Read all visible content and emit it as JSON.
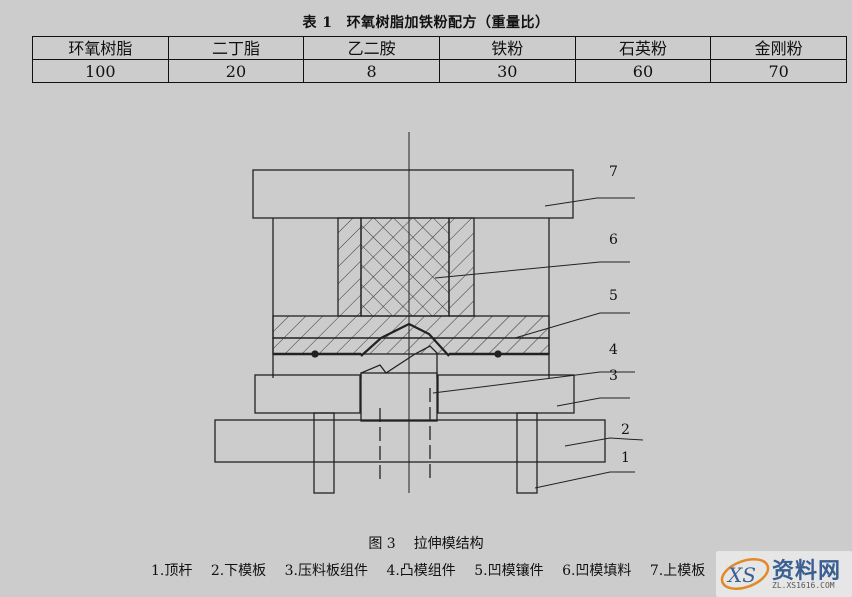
{
  "table": {
    "title_number": "表 1",
    "title": "环氧树脂加铁粉配方（重量比）",
    "headers": [
      "环氧树脂",
      "二丁脂",
      "乙二胺",
      "铁粉",
      "石英粉",
      "金刚粉"
    ],
    "values": [
      "100",
      "20",
      "8",
      "30",
      "60",
      "70"
    ]
  },
  "figure": {
    "callouts": [
      "7",
      "6",
      "5",
      "4",
      "3",
      "2",
      "1"
    ],
    "caption_number": "图 3",
    "caption": "拉伸模结构",
    "legend": [
      "1.顶杆",
      "2.下模板",
      "3.压料板组件",
      "4.凸模组件",
      "5.凹模镶件",
      "6.凹模填料",
      "7.上模板"
    ]
  },
  "watermark": {
    "logo": "XS",
    "text": "资料网",
    "url": "ZL.XS1616.COM"
  }
}
